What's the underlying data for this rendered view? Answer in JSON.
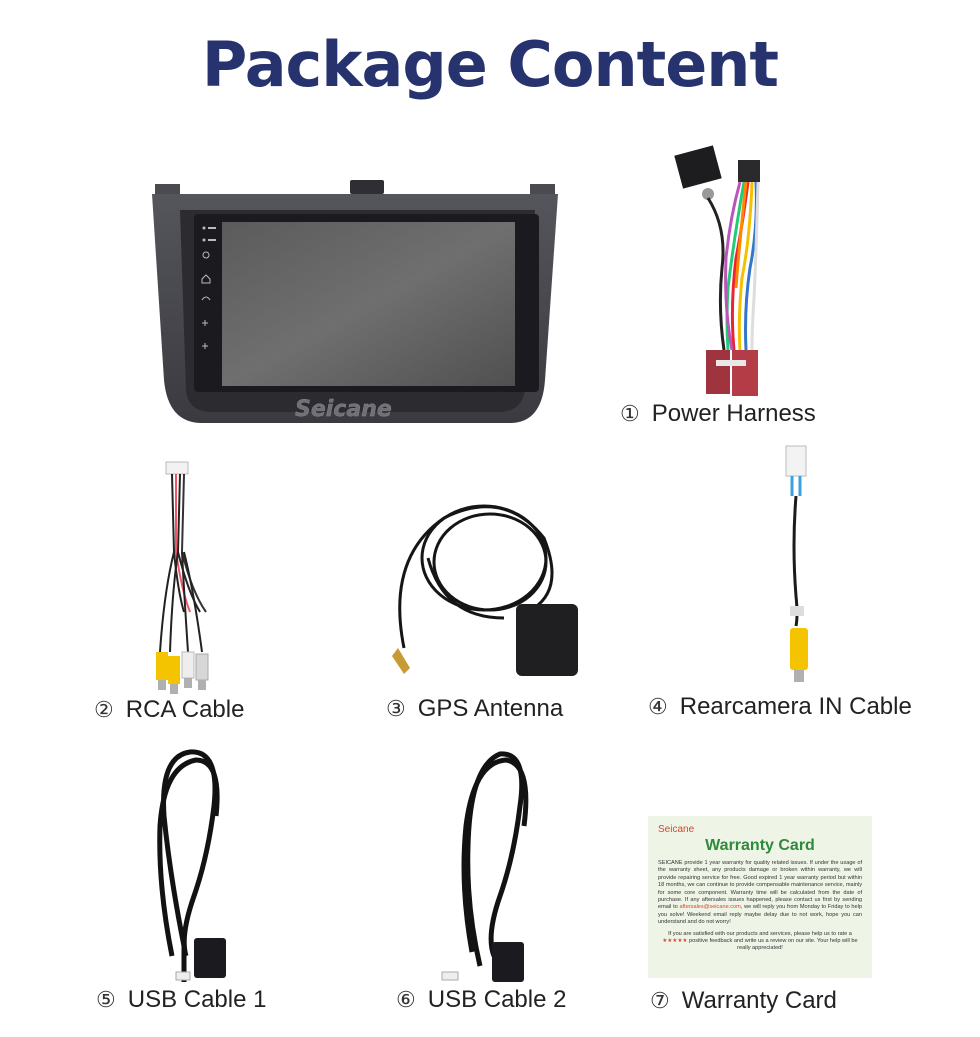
{
  "title": "Package Content",
  "head_unit": {
    "brand_mark": "Seicane"
  },
  "items": [
    {
      "num": "①",
      "label": "Power Harness"
    },
    {
      "num": "②",
      "label": "RCA Cable"
    },
    {
      "num": "③",
      "label": "GPS Antenna"
    },
    {
      "num": "④",
      "label": "Rearcamera IN Cable"
    },
    {
      "num": "⑤",
      "label": "USB Cable 1"
    },
    {
      "num": "⑥",
      "label": "USB Cable 2"
    },
    {
      "num": "⑦",
      "label": "Warranty Card"
    }
  ],
  "warranty_card": {
    "brand": "Seicane",
    "title": "Warranty Card",
    "body_before_email": "SEICANE provide 1 year warranty for quality related issues. If under the usage of the warranty sheet, any products damage or broken within warranty, we will provide repairing service for free. Good expired 1 year warranty period but within 18 months, we can continue to provide compensable maintenance service, mainly for some core component. Warranty time will be calculated from the date of purchase. If any aftersales issues happened, please contact us first by sending email to",
    "email": "aftersales@seicane.com",
    "body_after_email": ", we will reply you from Monday to Friday to help you solve! Weekend email reply maybe delay due to not work, hope you can understand and do not worry!",
    "footer_line1": "If you are satisfied with our products and services, please help us to",
    "footer_rate": "rate a",
    "footer_stars": "★★★★★",
    "footer_after_stars": "positive feedback and write us a review on our site. Your help will be really appreciated!"
  },
  "colors": {
    "title": "#27336e",
    "card_bg": "#eef4e6",
    "card_title": "#2f8a3b",
    "card_accent": "#d9472a"
  }
}
